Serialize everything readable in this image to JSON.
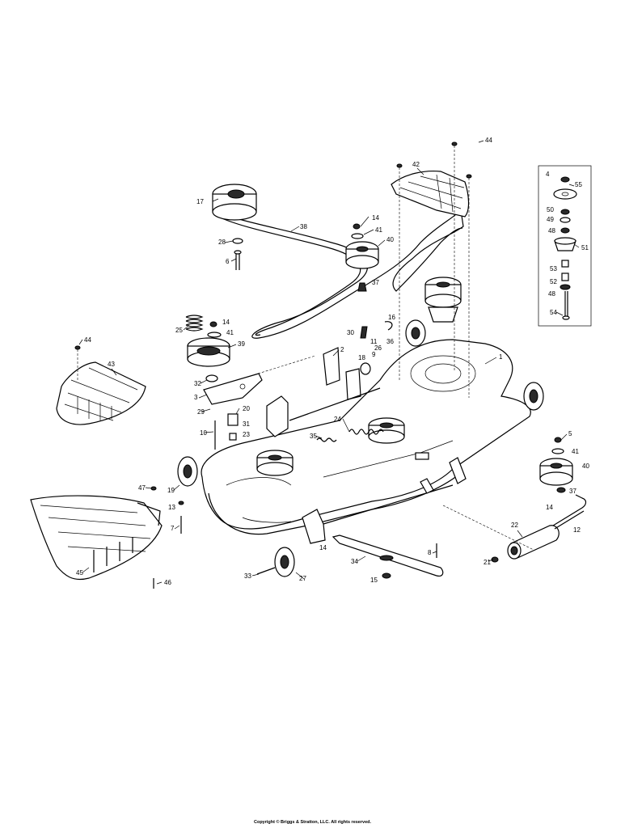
{
  "footer": {
    "copyright": "Copyright © Briggs & Stratton, LLC. All rights reserved."
  },
  "callouts": [
    "1",
    "2",
    "3",
    "4",
    "5",
    "6",
    "7",
    "8",
    "9",
    "10",
    "11",
    "12",
    "13",
    "14",
    "15",
    "16",
    "17",
    "18",
    "19",
    "20",
    "21",
    "22",
    "23",
    "24",
    "25",
    "26",
    "27",
    "28",
    "29",
    "30",
    "31",
    "32",
    "33",
    "34",
    "35",
    "36",
    "37",
    "38",
    "39",
    "40",
    "41",
    "42",
    "43",
    "44",
    "45",
    "46",
    "47",
    "48",
    "49",
    "50",
    "51",
    "52",
    "53",
    "54",
    "55"
  ],
  "labels": {
    "l1": "1",
    "l2": "2",
    "l3": "3",
    "l4": "4",
    "l5": "5",
    "l6": "6",
    "l7": "7",
    "l8": "8",
    "l9": "9",
    "l10": "10",
    "l11": "11",
    "l12": "12",
    "l13": "13",
    "l14a": "14",
    "l14b": "14",
    "l14c": "14",
    "l14d": "14",
    "l15": "15",
    "l16": "16",
    "l17": "17",
    "l18": "18",
    "l19": "19",
    "l20": "20",
    "l21": "21",
    "l22": "22",
    "l23": "23",
    "l24": "24",
    "l25": "25",
    "l26": "26",
    "l27": "27",
    "l28": "28",
    "l29": "29",
    "l30": "30",
    "l31": "31",
    "l32": "32",
    "l33": "33",
    "l34": "34",
    "l35": "35",
    "l36": "36",
    "l37a": "37",
    "l37b": "37",
    "l38": "38",
    "l39": "39",
    "l40a": "40",
    "l40b": "40",
    "l41a": "41",
    "l41b": "41",
    "l41c": "41",
    "l42": "42",
    "l43": "43",
    "l44a": "44",
    "l44b": "44",
    "l45": "45",
    "l46": "46",
    "l47": "47",
    "l48a": "48",
    "l48b": "48",
    "l49": "49",
    "l50": "50",
    "l51": "51",
    "l52": "52",
    "l53": "53",
    "l54": "54",
    "l55": "55"
  }
}
